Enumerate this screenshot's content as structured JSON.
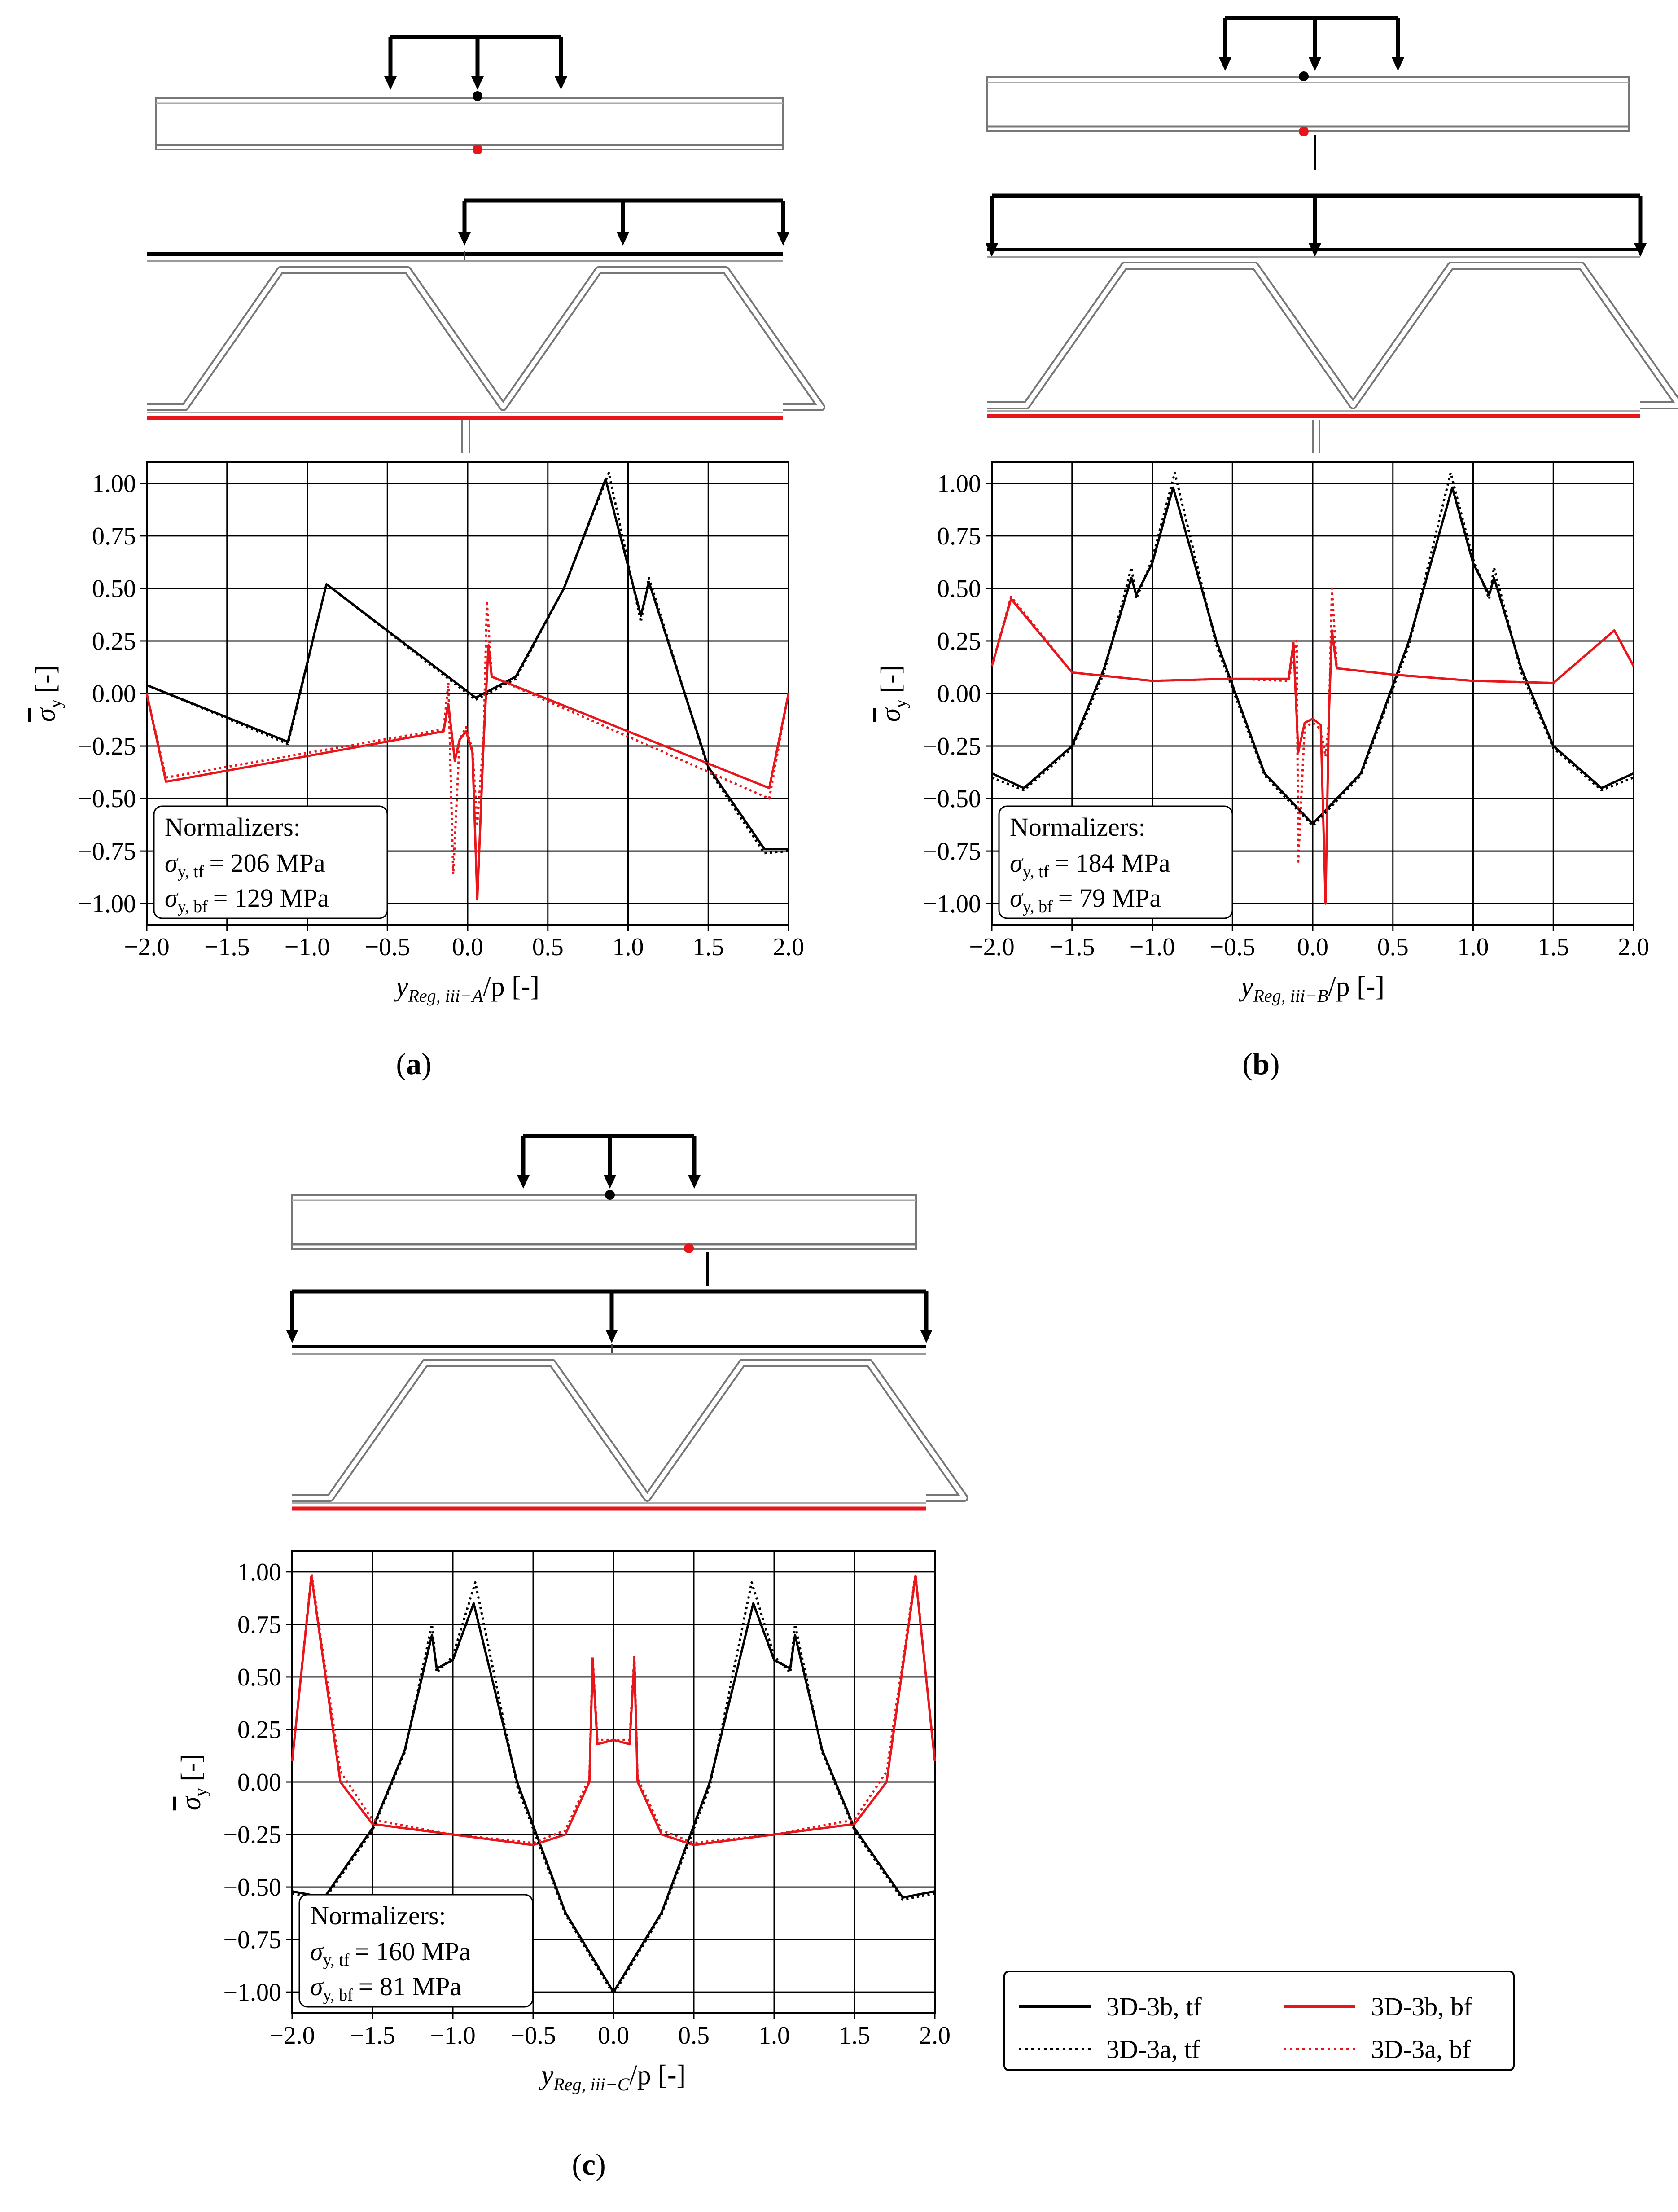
{
  "chart_data": [
    {
      "type": "line",
      "panel_label": "a",
      "xlabel_main": "y",
      "xlabel_sub": "Reg, iii−A",
      "xlabel_tail": "/p [-]",
      "ylabel_sym": "σ",
      "ylabel_sub": "y",
      "ylabel_tail": "[-]",
      "xlim": [
        -2,
        2
      ],
      "ylim": [
        -1.1,
        1.1
      ],
      "xticks": [
        -2.0,
        -1.5,
        -1.0,
        -0.5,
        0.0,
        0.5,
        1.0,
        1.5,
        2.0
      ],
      "xtick_labels": [
        "−2.0",
        "−1.5",
        "−1.0",
        "−0.5",
        "0.0",
        "0.5",
        "1.0",
        "1.5",
        "2.0"
      ],
      "yticks": [
        -1.0,
        -0.75,
        -0.5,
        -0.25,
        0.0,
        0.25,
        0.5,
        0.75,
        1.0
      ],
      "ytick_labels": [
        "−1.00",
        "−0.75",
        "−0.50",
        "−0.25",
        "0.00",
        "0.25",
        "0.50",
        "0.75",
        "1.00"
      ],
      "grid": true,
      "normalizers": {
        "title": "Normalizers:",
        "tf_label": "σ",
        "tf_sub": "y, tf",
        "tf_value": "= 206 MPa",
        "bf_label": "σ",
        "bf_sub": "y, bf",
        "bf_value": "= 129 MPa"
      },
      "series": [
        {
          "name": "3D-3b, tf",
          "color": "#000000",
          "dash": "solid",
          "x": [
            -2.0,
            -1.12,
            -0.88,
            0.05,
            0.3,
            0.6,
            0.86,
            1.08,
            1.13,
            1.5,
            1.85,
            2.0
          ],
          "y": [
            0.04,
            -0.23,
            0.52,
            -0.02,
            0.08,
            0.5,
            1.02,
            0.37,
            0.53,
            -0.35,
            -0.74,
            -0.74
          ]
        },
        {
          "name": "3D-3b, bf",
          "color": "#e8161b",
          "dash": "solid",
          "x": [
            -2.0,
            -1.88,
            -0.15,
            -0.12,
            -0.08,
            -0.05,
            -0.01,
            0.03,
            0.06,
            0.1,
            0.13,
            0.15,
            1.88,
            2.0
          ],
          "y": [
            0.0,
            -0.42,
            -0.18,
            -0.05,
            -0.32,
            -0.22,
            -0.18,
            -0.28,
            -0.98,
            -0.22,
            0.23,
            0.08,
            -0.45,
            0.0
          ]
        },
        {
          "name": "3D-3a, tf",
          "color": "#000000",
          "dash": "dotted",
          "x": [
            -2.0,
            -1.12,
            -0.88,
            0.05,
            0.3,
            0.6,
            0.88,
            1.08,
            1.13,
            1.5,
            1.85,
            2.0
          ],
          "y": [
            0.04,
            -0.24,
            0.52,
            -0.03,
            0.07,
            0.5,
            1.05,
            0.34,
            0.55,
            -0.36,
            -0.76,
            -0.75
          ]
        },
        {
          "name": "3D-3a, bf",
          "color": "#e8161b",
          "dash": "dotted",
          "x": [
            -2.0,
            -1.88,
            -0.15,
            -0.12,
            -0.09,
            -0.05,
            -0.01,
            0.03,
            0.06,
            0.1,
            0.12,
            0.15,
            1.88,
            2.0
          ],
          "y": [
            0.0,
            -0.4,
            -0.17,
            0.05,
            -0.86,
            -0.22,
            -0.16,
            -0.27,
            -0.62,
            -0.2,
            0.44,
            0.08,
            -0.5,
            0.0
          ]
        }
      ]
    },
    {
      "type": "line",
      "panel_label": "b",
      "xlabel_main": "y",
      "xlabel_sub": "Reg, iii−B",
      "xlabel_tail": "/p [-]",
      "ylabel_sym": "σ",
      "ylabel_sub": "y",
      "ylabel_tail": "[-]",
      "xlim": [
        -2,
        2
      ],
      "ylim": [
        -1.1,
        1.1
      ],
      "xticks": [
        -2.0,
        -1.5,
        -1.0,
        -0.5,
        0.0,
        0.5,
        1.0,
        1.5,
        2.0
      ],
      "xtick_labels": [
        "−2.0",
        "−1.5",
        "−1.0",
        "−0.5",
        "0.0",
        "0.5",
        "1.0",
        "1.5",
        "2.0"
      ],
      "yticks": [
        -1.0,
        -0.75,
        -0.5,
        -0.25,
        0.0,
        0.25,
        0.5,
        0.75,
        1.0
      ],
      "ytick_labels": [
        "−1.00",
        "−0.75",
        "−0.50",
        "−0.25",
        "0.00",
        "0.25",
        "0.50",
        "0.75",
        "1.00"
      ],
      "grid": true,
      "normalizers": {
        "title": "Normalizers:",
        "tf_label": "σ",
        "tf_sub": "y, tf",
        "tf_value": "= 184 MPa",
        "bf_label": "σ",
        "bf_sub": "y, bf",
        "bf_value": "= 79 MPa"
      },
      "series": [
        {
          "name": "3D-3b, tf",
          "color": "#000000",
          "dash": "solid",
          "x": [
            -2.0,
            -1.8,
            -1.5,
            -1.3,
            -1.13,
            -1.1,
            -1.0,
            -0.87,
            -0.6,
            -0.3,
            0.0,
            0.3,
            0.6,
            0.87,
            1.0,
            1.1,
            1.13,
            1.3,
            1.5,
            1.8,
            2.0
          ],
          "y": [
            -0.38,
            -0.45,
            -0.25,
            0.12,
            0.55,
            0.47,
            0.62,
            0.98,
            0.25,
            -0.38,
            -0.62,
            -0.38,
            0.25,
            0.98,
            0.62,
            0.47,
            0.55,
            0.12,
            -0.25,
            -0.45,
            -0.38
          ]
        },
        {
          "name": "3D-3b, bf",
          "color": "#e8161b",
          "dash": "solid",
          "x": [
            -2.0,
            -1.88,
            -1.5,
            -1.0,
            -0.5,
            -0.15,
            -0.12,
            -0.09,
            -0.05,
            0.0,
            0.05,
            0.08,
            0.1,
            0.12,
            0.15,
            0.5,
            1.0,
            1.5,
            1.88,
            2.0
          ],
          "y": [
            0.13,
            0.45,
            0.1,
            0.06,
            0.07,
            0.07,
            0.24,
            -0.28,
            -0.14,
            -0.12,
            -0.15,
            -1.0,
            -0.12,
            0.3,
            0.12,
            0.09,
            0.06,
            0.05,
            0.3,
            0.13
          ]
        },
        {
          "name": "3D-3a, tf",
          "color": "#000000",
          "dash": "dotted",
          "x": [
            -2.0,
            -1.8,
            -1.5,
            -1.3,
            -1.13,
            -1.1,
            -1.0,
            -0.86,
            -0.6,
            -0.3,
            0.0,
            0.3,
            0.6,
            0.86,
            1.0,
            1.1,
            1.13,
            1.3,
            1.5,
            1.8,
            2.0
          ],
          "y": [
            -0.4,
            -0.46,
            -0.26,
            0.1,
            0.6,
            0.45,
            0.64,
            1.05,
            0.23,
            -0.39,
            -0.63,
            -0.39,
            0.23,
            1.05,
            0.64,
            0.45,
            0.6,
            0.1,
            -0.26,
            -0.46,
            -0.4
          ]
        },
        {
          "name": "3D-3a, bf",
          "color": "#e8161b",
          "dash": "dotted",
          "x": [
            -2.0,
            -1.88,
            -1.5,
            -1.0,
            -0.5,
            -0.15,
            -0.1,
            -0.09,
            -0.05,
            0.0,
            0.05,
            0.08,
            0.1,
            0.12,
            0.15,
            0.5,
            1.0,
            1.5,
            1.88,
            2.0
          ],
          "y": [
            0.13,
            0.46,
            0.1,
            0.06,
            0.07,
            0.06,
            0.25,
            -0.8,
            -0.16,
            -0.14,
            -0.17,
            -0.3,
            -0.14,
            0.5,
            0.12,
            0.09,
            0.06,
            0.05,
            0.3,
            0.13
          ]
        }
      ]
    },
    {
      "type": "line",
      "panel_label": "c",
      "xlabel_main": "y",
      "xlabel_sub": "Reg, iii−C",
      "xlabel_tail": "/p [-]",
      "ylabel_sym": "σ",
      "ylabel_sub": "y",
      "ylabel_tail": "[-]",
      "xlim": [
        -2,
        2
      ],
      "ylim": [
        -1.1,
        1.1
      ],
      "xticks": [
        -2.0,
        -1.5,
        -1.0,
        -0.5,
        0.0,
        0.5,
        1.0,
        1.5,
        2.0
      ],
      "xtick_labels": [
        "−2.0",
        "−1.5",
        "−1.0",
        "−0.5",
        "0.0",
        "0.5",
        "1.0",
        "1.5",
        "2.0"
      ],
      "yticks": [
        -1.0,
        -0.75,
        -0.5,
        -0.25,
        0.0,
        0.25,
        0.5,
        0.75,
        1.0
      ],
      "ytick_labels": [
        "−1.00",
        "−0.75",
        "−0.50",
        "−0.25",
        "0.00",
        "0.25",
        "0.50",
        "0.75",
        "1.00"
      ],
      "grid": true,
      "normalizers": {
        "title": "Normalizers:",
        "tf_label": "σ",
        "tf_sub": "y, tf",
        "tf_value": "= 160 MPa",
        "bf_label": "σ",
        "bf_sub": "y, bf",
        "bf_value": "= 81 MPa"
      },
      "series": [
        {
          "name": "3D-3b, tf",
          "color": "#000000",
          "dash": "solid",
          "x": [
            -2.0,
            -1.8,
            -1.5,
            -1.3,
            -1.13,
            -1.1,
            -1.0,
            -0.87,
            -0.6,
            -0.3,
            0.0,
            0.3,
            0.6,
            0.87,
            1.0,
            1.1,
            1.13,
            1.3,
            1.5,
            1.8,
            2.0
          ],
          "y": [
            -0.52,
            -0.55,
            -0.22,
            0.15,
            0.7,
            0.54,
            0.58,
            0.85,
            0.0,
            -0.62,
            -1.0,
            -0.62,
            0.0,
            0.85,
            0.58,
            0.54,
            0.7,
            0.15,
            -0.22,
            -0.55,
            -0.52
          ]
        },
        {
          "name": "3D-3b, bf",
          "color": "#e8161b",
          "dash": "solid",
          "x": [
            -2.0,
            -1.88,
            -1.7,
            -1.5,
            -1.0,
            -0.5,
            -0.3,
            -0.15,
            -0.13,
            -0.1,
            0.0,
            0.1,
            0.13,
            0.15,
            0.3,
            0.5,
            1.0,
            1.5,
            1.7,
            1.88,
            2.0
          ],
          "y": [
            0.1,
            0.98,
            0.0,
            -0.2,
            -0.25,
            -0.3,
            -0.25,
            0.0,
            0.58,
            0.18,
            0.2,
            0.18,
            0.58,
            0.0,
            -0.25,
            -0.3,
            -0.25,
            -0.2,
            0.0,
            0.98,
            0.1
          ]
        },
        {
          "name": "3D-3a, tf",
          "color": "#000000",
          "dash": "dotted",
          "x": [
            -2.0,
            -1.8,
            -1.5,
            -1.3,
            -1.13,
            -1.1,
            -1.0,
            -0.86,
            -0.6,
            -0.3,
            0.0,
            0.3,
            0.6,
            0.86,
            1.0,
            1.1,
            1.13,
            1.3,
            1.5,
            1.8,
            2.0
          ],
          "y": [
            -0.53,
            -0.56,
            -0.23,
            0.14,
            0.75,
            0.52,
            0.6,
            0.95,
            -0.02,
            -0.63,
            -1.01,
            -0.63,
            -0.02,
            0.95,
            0.6,
            0.52,
            0.75,
            0.14,
            -0.23,
            -0.56,
            -0.53
          ]
        },
        {
          "name": "3D-3a, bf",
          "color": "#e8161b",
          "dash": "dotted",
          "x": [
            -2.0,
            -1.88,
            -1.7,
            -1.5,
            -1.0,
            -0.5,
            -0.3,
            -0.15,
            -0.13,
            -0.1,
            0.0,
            0.1,
            0.13,
            0.15,
            0.3,
            0.5,
            1.0,
            1.5,
            1.7,
            1.88,
            2.0
          ],
          "y": [
            0.1,
            0.99,
            0.05,
            -0.18,
            -0.25,
            -0.29,
            -0.23,
            0.02,
            0.6,
            0.2,
            0.2,
            0.2,
            0.6,
            0.02,
            -0.23,
            -0.29,
            -0.25,
            -0.18,
            0.05,
            0.99,
            0.1
          ]
        }
      ]
    }
  ],
  "legend": {
    "items": [
      {
        "label": "3D-3b, tf",
        "color": "#000000",
        "dash": "solid"
      },
      {
        "label": "3D-3b, bf",
        "color": "#e8161b",
        "dash": "solid"
      },
      {
        "label": "3D-3a, tf",
        "color": "#000000",
        "dash": "dotted"
      },
      {
        "label": "3D-3a, bf",
        "color": "#e8161b",
        "dash": "dotted"
      }
    ]
  }
}
